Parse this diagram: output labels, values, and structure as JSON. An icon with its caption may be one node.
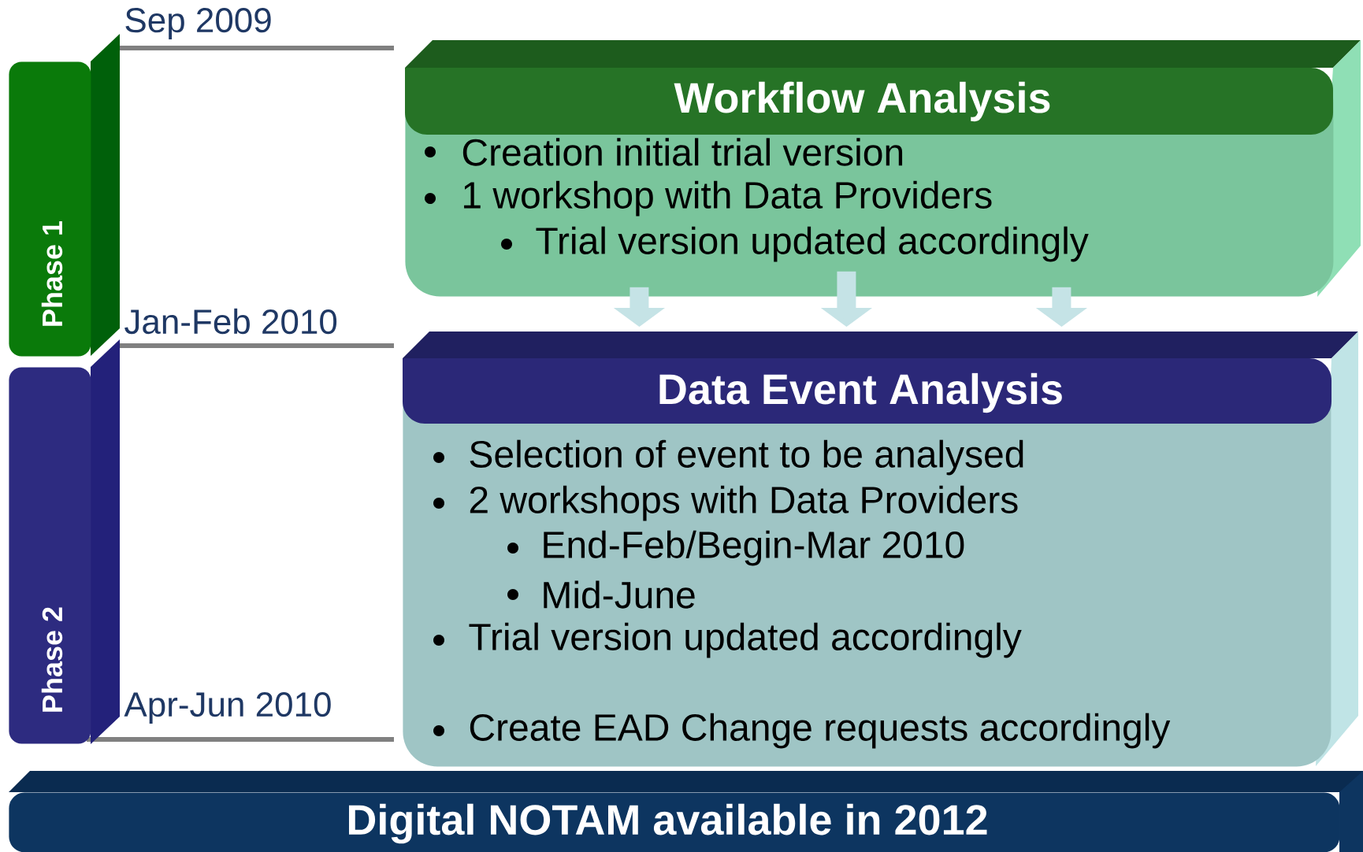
{
  "diagram": {
    "nodes": [
      {
        "text": [
          "Phase 1"
        ]
      },
      {
        "text": [
          "Phase 2"
        ]
      },
      {
        "text": [
          "Workflow Analysis",
          "Creation initial trial version",
          "1 workshop with Data Providers",
          "Trial version updated accordingly"
        ]
      },
      {
        "text": [
          "Data Event Analysis",
          "Selection of event to be analysed",
          "2 workshops with Data Providers",
          "End-Feb/Begin-Mar 2010",
          "Mid-June",
          "Trial version updated accordingly",
          "Create EAD Change requests accordingly"
        ]
      },
      {
        "text": [
          "Digital NOTAM available in 2012"
        ]
      }
    ],
    "edges": [
      {
        "from": 2,
        "to": 3,
        "arrow": "to"
      },
      {
        "from": 2,
        "to": 3,
        "arrow": "to"
      },
      {
        "from": 2,
        "to": 3,
        "arrow": "to"
      }
    ],
    "labels": [
      "Sep 2009",
      "Jan-Feb 2010",
      "Apr-Jun 2010"
    ]
  }
}
